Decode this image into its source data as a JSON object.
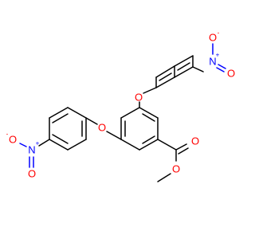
{
  "molecule": {
    "atoms": {
      "ring_oxygen_upper": {
        "symbol": "O",
        "color": "#ff0000"
      },
      "ring_oxygen_lower": {
        "symbol": "O",
        "color": "#ff0000"
      },
      "nitro_n_upper": {
        "symbol": "N",
        "color": "#0000ff",
        "charge": "+"
      },
      "nitro_o_upper_top": {
        "symbol": "O",
        "color": "#ff0000",
        "charge": "-"
      },
      "nitro_o_upper_right": {
        "symbol": "O",
        "color": "#ff0000"
      },
      "nitro_n_lower": {
        "symbol": "N",
        "color": "#0000ff",
        "charge": "+"
      },
      "nitro_o_lower_left": {
        "symbol": "O",
        "color": "#ff0000",
        "charge": "-"
      },
      "nitro_o_lower_bottom": {
        "symbol": "O",
        "color": "#ff0000"
      },
      "ester_o_carbonyl": {
        "symbol": "O",
        "color": "#ff0000"
      },
      "ester_o_methoxy": {
        "symbol": "O",
        "color": "#ff0000"
      }
    }
  }
}
